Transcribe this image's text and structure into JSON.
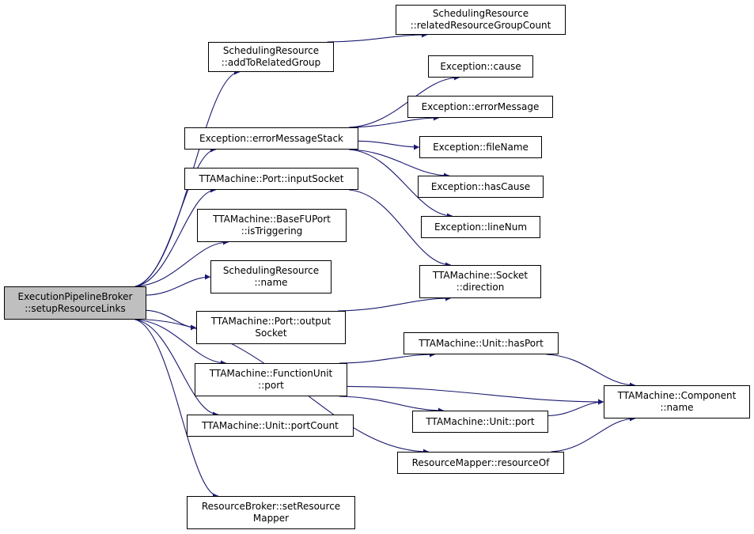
{
  "diagram": {
    "edge_color": "#191970",
    "nodes": [
      {
        "id": "root",
        "lines": [
          "ExecutionPipelineBroker",
          "::setupResourceLinks"
        ],
        "root": true
      },
      {
        "id": "addToRelatedGroup",
        "lines": [
          "SchedulingResource",
          "::addToRelatedGroup"
        ]
      },
      {
        "id": "relatedResourceGroupCount",
        "lines": [
          "SchedulingResource",
          "::relatedResourceGroupCount"
        ]
      },
      {
        "id": "errorMessageStack",
        "lines": [
          "Exception::errorMessageStack"
        ]
      },
      {
        "id": "cause",
        "lines": [
          "Exception::cause"
        ]
      },
      {
        "id": "errorMessage",
        "lines": [
          "Exception::errorMessage"
        ]
      },
      {
        "id": "fileName",
        "lines": [
          "Exception::fileName"
        ]
      },
      {
        "id": "hasCause",
        "lines": [
          "Exception::hasCause"
        ]
      },
      {
        "id": "lineNum",
        "lines": [
          "Exception::lineNum"
        ]
      },
      {
        "id": "inputSocket",
        "lines": [
          "TTAMachine::Port::inputSocket"
        ]
      },
      {
        "id": "isTriggering",
        "lines": [
          "TTAMachine::BaseFUPort",
          "::isTriggering"
        ]
      },
      {
        "id": "srName",
        "lines": [
          "SchedulingResource",
          "::name"
        ]
      },
      {
        "id": "direction",
        "lines": [
          "TTAMachine::Socket",
          "::direction"
        ]
      },
      {
        "id": "outputSocket",
        "lines": [
          "TTAMachine::Port::output",
          "Socket"
        ]
      },
      {
        "id": "hasPort",
        "lines": [
          "TTAMachine::Unit::hasPort"
        ]
      },
      {
        "id": "fuPort",
        "lines": [
          "TTAMachine::FunctionUnit",
          "::port"
        ]
      },
      {
        "id": "componentName",
        "lines": [
          "TTAMachine::Component",
          "::name"
        ]
      },
      {
        "id": "unitPort",
        "lines": [
          "TTAMachine::Unit::port"
        ]
      },
      {
        "id": "portCount",
        "lines": [
          "TTAMachine::Unit::portCount"
        ]
      },
      {
        "id": "resourceOf",
        "lines": [
          "ResourceMapper::resourceOf"
        ]
      },
      {
        "id": "setResourceMapper",
        "lines": [
          "ResourceBroker::setResource",
          "Mapper"
        ]
      }
    ],
    "edges": [
      {
        "from": "root",
        "to": "addToRelatedGroup"
      },
      {
        "from": "addToRelatedGroup",
        "to": "relatedResourceGroupCount"
      },
      {
        "from": "root",
        "to": "errorMessageStack"
      },
      {
        "from": "errorMessageStack",
        "to": "cause"
      },
      {
        "from": "errorMessageStack",
        "to": "errorMessage"
      },
      {
        "from": "errorMessageStack",
        "to": "fileName"
      },
      {
        "from": "errorMessageStack",
        "to": "hasCause"
      },
      {
        "from": "errorMessageStack",
        "to": "lineNum"
      },
      {
        "from": "root",
        "to": "inputSocket"
      },
      {
        "from": "inputSocket",
        "to": "direction"
      },
      {
        "from": "root",
        "to": "isTriggering"
      },
      {
        "from": "root",
        "to": "srName"
      },
      {
        "from": "root",
        "to": "outputSocket"
      },
      {
        "from": "outputSocket",
        "to": "direction"
      },
      {
        "from": "root",
        "to": "fuPort"
      },
      {
        "from": "fuPort",
        "to": "hasPort"
      },
      {
        "from": "fuPort",
        "to": "componentName"
      },
      {
        "from": "fuPort",
        "to": "unitPort"
      },
      {
        "from": "hasPort",
        "to": "componentName"
      },
      {
        "from": "unitPort",
        "to": "componentName"
      },
      {
        "from": "root",
        "to": "portCount"
      },
      {
        "from": "root",
        "to": "resourceOf"
      },
      {
        "from": "resourceOf",
        "to": "componentName"
      },
      {
        "from": "root",
        "to": "setResourceMapper"
      }
    ]
  }
}
